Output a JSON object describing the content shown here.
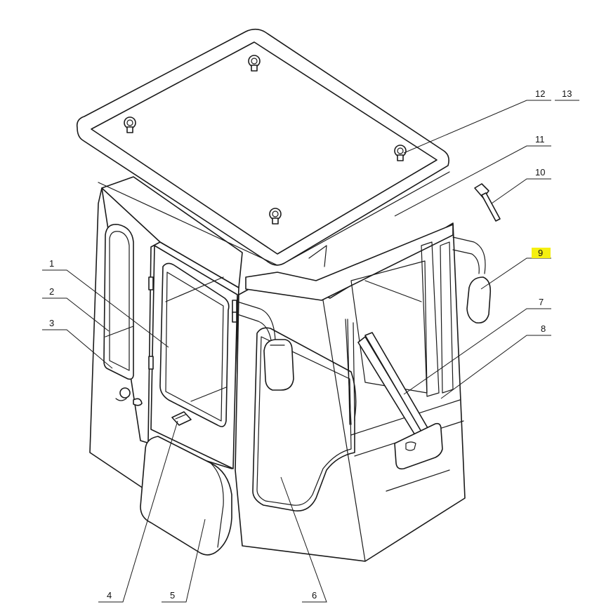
{
  "callouts": {
    "c1": "1",
    "c2": "2",
    "c3": "3",
    "c4": "4",
    "c5": "5",
    "c6": "6",
    "c7": "7",
    "c8": "8",
    "c9": "9",
    "c10": "10",
    "c11": "11",
    "c12": "12",
    "c13": "13"
  },
  "highlight_color": "#f5f011",
  "line_color": "#1a1a1a"
}
